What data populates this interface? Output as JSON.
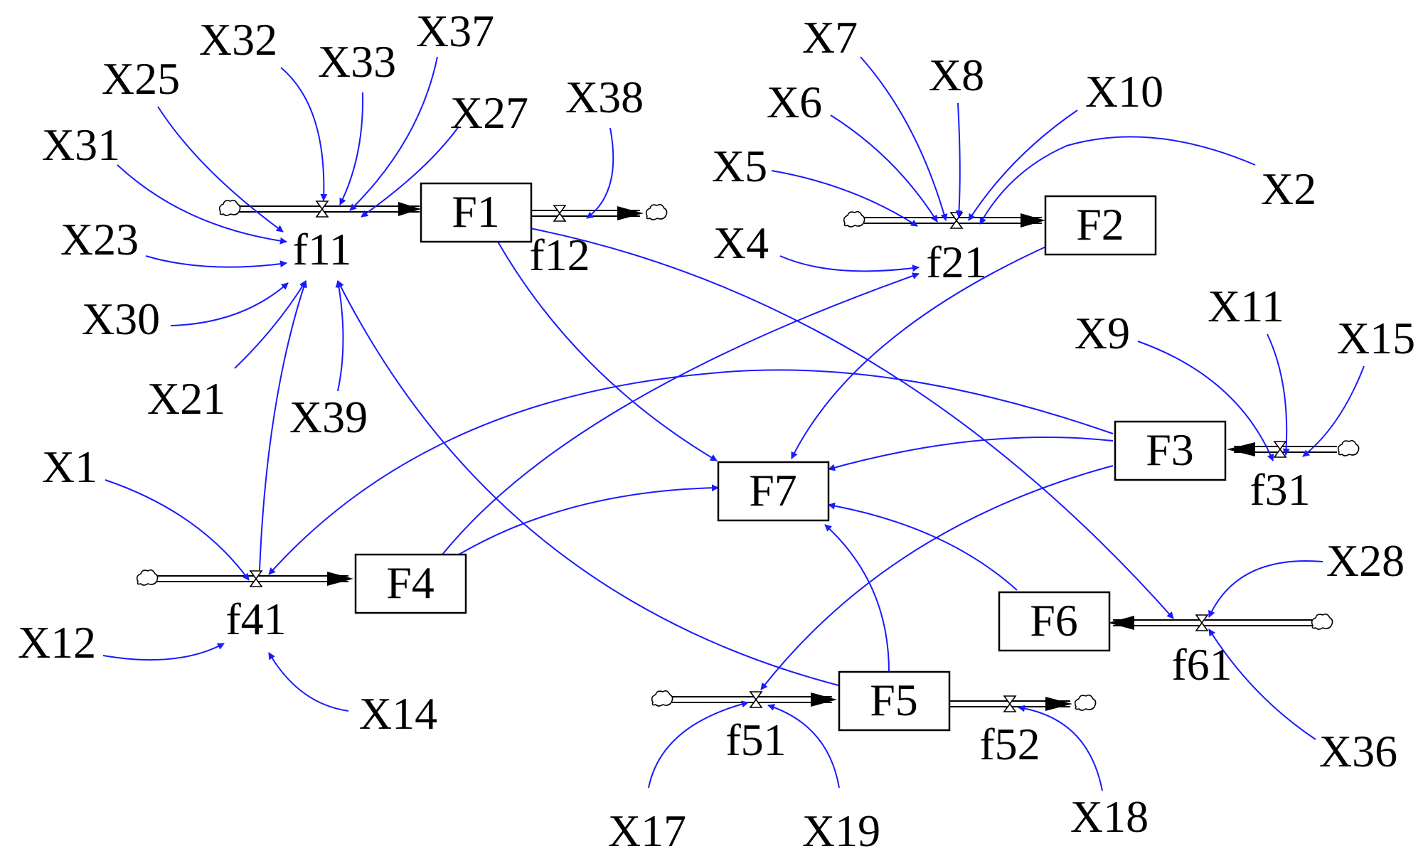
{
  "stocks": [
    "F1",
    "F2",
    "F3",
    "F4",
    "F5",
    "F6",
    "F7"
  ],
  "flows": [
    "f11",
    "f12",
    "f21",
    "f31",
    "f41",
    "f51",
    "f52",
    "f61"
  ],
  "variables": [
    "X1",
    "X2",
    "X4",
    "X5",
    "X6",
    "X7",
    "X8",
    "X9",
    "X10",
    "X11",
    "X12",
    "X14",
    "X15",
    "X17",
    "X18",
    "X19",
    "X21",
    "X23",
    "X25",
    "X27",
    "X28",
    "X30",
    "X31",
    "X32",
    "X33",
    "X36",
    "X37",
    "X38",
    "X39"
  ],
  "colors": {
    "link": "#1a1aff",
    "pipe": "#000000",
    "box": "#000000"
  }
}
